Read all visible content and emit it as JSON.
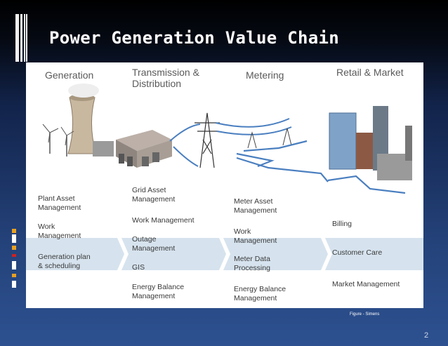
{
  "slide": {
    "title": "Power Generation Value Chain",
    "caption": "Figure - Simens",
    "page_number": "2"
  },
  "columns": [
    {
      "heading": "Generation",
      "items": [
        "Plant Asset\nManagement",
        "Work\nManagement",
        "Generation plan\n& scheduling"
      ]
    },
    {
      "heading": "Transmission &\nDistribution",
      "items": [
        "Grid Asset\nManagement",
        "Work Management",
        "Outage\nManagement",
        "GIS",
        "Energy Balance\nManagement"
      ]
    },
    {
      "heading": "Metering",
      "items": [
        "Meter Asset\nManagement",
        "Work\nManagement",
        "Meter Data\nProcessing",
        "Energy Balance\nManagement"
      ]
    },
    {
      "heading": "Retail & Market",
      "items": [
        "Billing",
        "Customer Care",
        "Market Management"
      ]
    }
  ],
  "colors": {
    "band": "#d6e3ee",
    "cable": "#4a7fc0",
    "heading": "#5a5a5a"
  }
}
